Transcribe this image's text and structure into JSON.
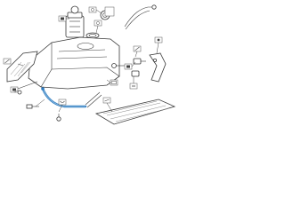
{
  "diagram": {
    "type": "exploded-parts-diagram",
    "callout_count": 13,
    "label_text": "none visible",
    "colors": {
      "line": "#3a3a3a",
      "highlight_part": "#2e7bbf",
      "background": "#ffffff"
    },
    "highlighted_part": "fuel-tank-strap",
    "icons": [
      "fuel-pump-module-icon",
      "fuel-sender-seal-icon",
      "lock-ring-icon",
      "filler-pipe-icon",
      "hose-clamp-icon",
      "valve-icon",
      "bolt-icon",
      "fuel-tank-icon",
      "skid-plate-icon",
      "tank-strap-icon",
      "mounting-bracket-icon"
    ]
  }
}
